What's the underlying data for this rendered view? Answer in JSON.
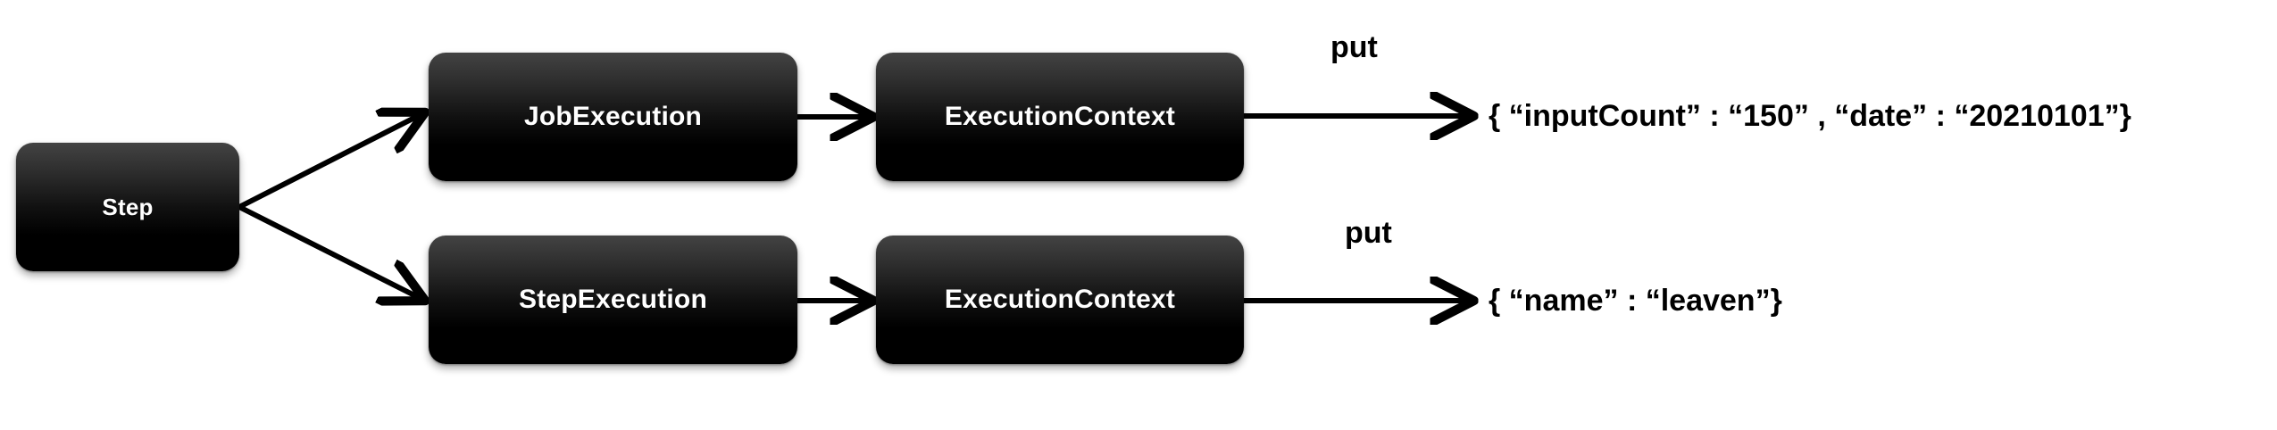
{
  "diagram": {
    "type": "flow-diagram",
    "background_color": "#ffffff",
    "node_fill_top": "#434343",
    "node_fill_bottom": "#000000",
    "node_text_color": "#ffffff",
    "edge_color": "#000000",
    "nodes": [
      {
        "id": "step",
        "label": "Step"
      },
      {
        "id": "jobexec",
        "label": "JobExecution"
      },
      {
        "id": "ctx_top",
        "label": "ExecutionContext"
      },
      {
        "id": "stepexec",
        "label": "StepExecution"
      },
      {
        "id": "ctx_bot",
        "label": "ExecutionContext"
      }
    ],
    "edges": [
      {
        "from": "step",
        "to": "jobexec",
        "label": ""
      },
      {
        "from": "step",
        "to": "stepexec",
        "label": ""
      },
      {
        "from": "jobexec",
        "to": "ctx_top",
        "label": ""
      },
      {
        "from": "stepexec",
        "to": "ctx_bot",
        "label": ""
      },
      {
        "from": "ctx_top",
        "to": "payload_top",
        "label": "put"
      },
      {
        "from": "ctx_bot",
        "to": "payload_bot",
        "label": "put"
      }
    ],
    "payloads": {
      "top": "{ “inputCount” : “150” , “date” : “20210101”}",
      "bottom": "{ “name” : “leaven”}"
    }
  }
}
